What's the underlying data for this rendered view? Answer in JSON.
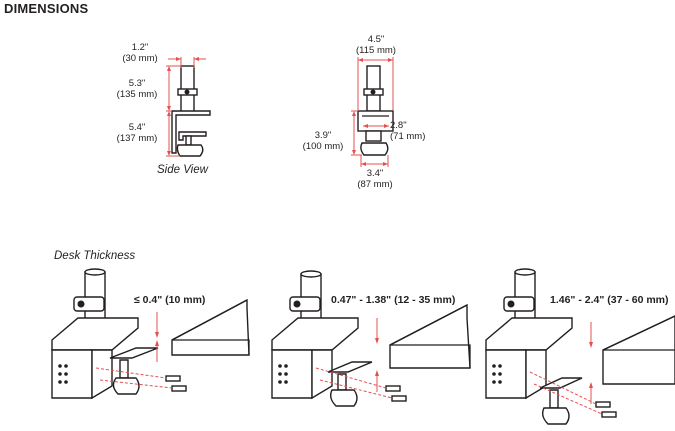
{
  "heading": "DIMENSIONS",
  "side_view": {
    "caption": "Side View",
    "dims": {
      "top_width_in": "1.2\"",
      "top_width_mm": "(30 mm)",
      "upper_height_in": "5.3\"",
      "upper_height_mm": "(135 mm)",
      "lower_height_in": "5.4\"",
      "lower_height_mm": "(137 mm)"
    }
  },
  "front_view": {
    "dims": {
      "overall_width_in": "4.5\"",
      "overall_width_mm": "(115 mm)",
      "inner_depth_in": "2.8\"",
      "inner_depth_mm": "(71 mm)",
      "clamp_height_in": "3.9\"",
      "clamp_height_mm": "(100 mm)",
      "base_width_in": "3.4\"",
      "base_width_mm": "(87 mm)"
    }
  },
  "desk_thickness": {
    "label": "Desk Thickness",
    "ranges": [
      "≤ 0.4\" (10 mm)",
      "0.47\" - 1.38\" (12 - 35 mm)",
      "1.46\" - 2.4\" (37 - 60 mm)"
    ]
  },
  "colors": {
    "ink": "#231f20",
    "dimension_red": "#e4504f",
    "background": "#ffffff"
  }
}
